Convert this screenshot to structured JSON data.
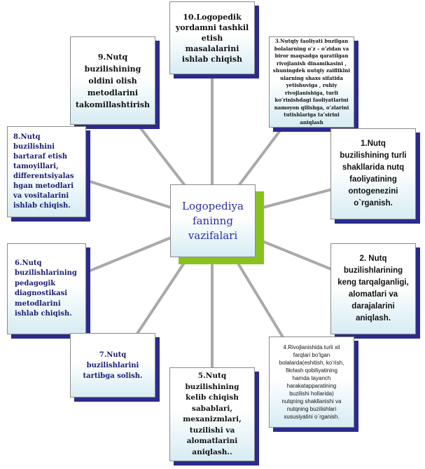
{
  "diagram": {
    "center": "Logopediya\nfaninng\nvazifalari",
    "nodes": {
      "n1": "1.Nutq\nbuzilishining turli\nshakllarida nutq\nfaoliyatining\nontogenezini\no`rganish.",
      "n2": "2. Nutq\nbuzilishlarining\nkeng tarqalganligi,\nalomatlari va\ndarajalarini\naniqlash.",
      "n3": "3.Nutqiy faoliyati buzilgan\nbolalarning o’z – o’zidan va\nbiror maqsadga qaratilgan\nrivojlanish dinamikasini ,\nshuningdek nutqiy zaifliklni\nularning shaxs sifatida\nyetishuviga , ruhiy\nrivojlanishiga, turli\nko’rinishdagi faoliyatlarini\nnamoyon qilishga, o’zlarini\ntutishlariga ta’sirini aniqlash",
      "n4": "4.Rivojlanishida turli xil\nfarqlari bo’lgan\nbolalarda(eshitish, ko’rish,\nfikrlash qobiliyatining\nhamda tayanch\nharakatapparatining\nbuzilishi hollarida)\nnutqning shakllanishi va\nnutqning buzilishlari\nxususiyatini o`rganish.",
      "n5": "5.Nutq buzilishining\nkelib chiqish\nsabablari,\nmexanizmlari,\ntuzilishi va\nalomatlarini\naniqlash..",
      "n6": "6.Nutq\nbuzilishlarining\npedagogik\ndiagnostikasi\nmetodlarini\nishlab chiqish.",
      "n7": "7.Nutq\nbuzilishlarini\ntartibga solish.",
      "n8": "8.Nutq\nbuzilishini\nbartaraf etish\ntamoyillari,\ndifferentsiyalas\nhgan metodlari\nva vositalarini\nishlab chiqish.",
      "n9": "9.Nutq buzilishining\noldini olish\nmetodlarini\ntakomillashtirish",
      "n10": "10.Logopedik\nyordamni tashkil\netish masalalarini\nishlab chiqish"
    }
  },
  "colors": {
    "connector": "#a9a9a9",
    "box_shadow": "#2b2b8c",
    "center_shadow": "#88c21f",
    "center_text": "#2a2fa8",
    "navy_text": "#1a1f6e"
  }
}
